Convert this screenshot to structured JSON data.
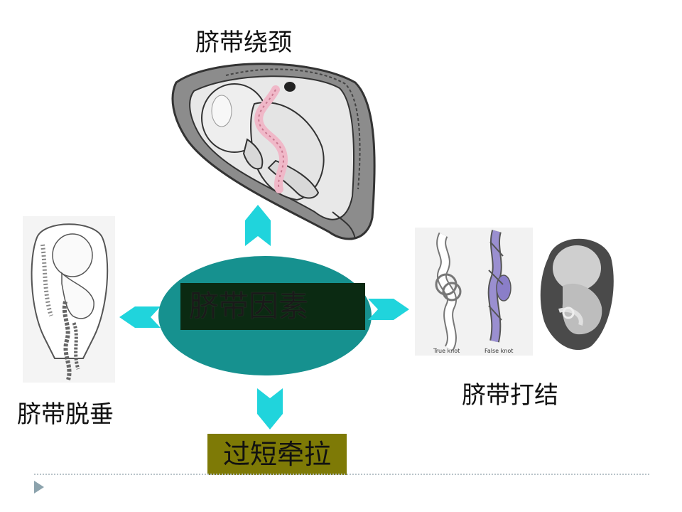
{
  "slide": {
    "center_label": "脐带因素",
    "top_label": "脐带绕颈",
    "left_label": "脐带脱垂",
    "right_label": "脐带打结",
    "bottom_label": "过短牵拉",
    "knot_image_labels": {
      "true_knot": "True knot",
      "false_knot": "False knot"
    },
    "colors": {
      "ellipse": "#16918f",
      "arrow": "#20d4dc",
      "center_box": "#0b2a12",
      "bottom_box": "#7e7a06"
    }
  }
}
